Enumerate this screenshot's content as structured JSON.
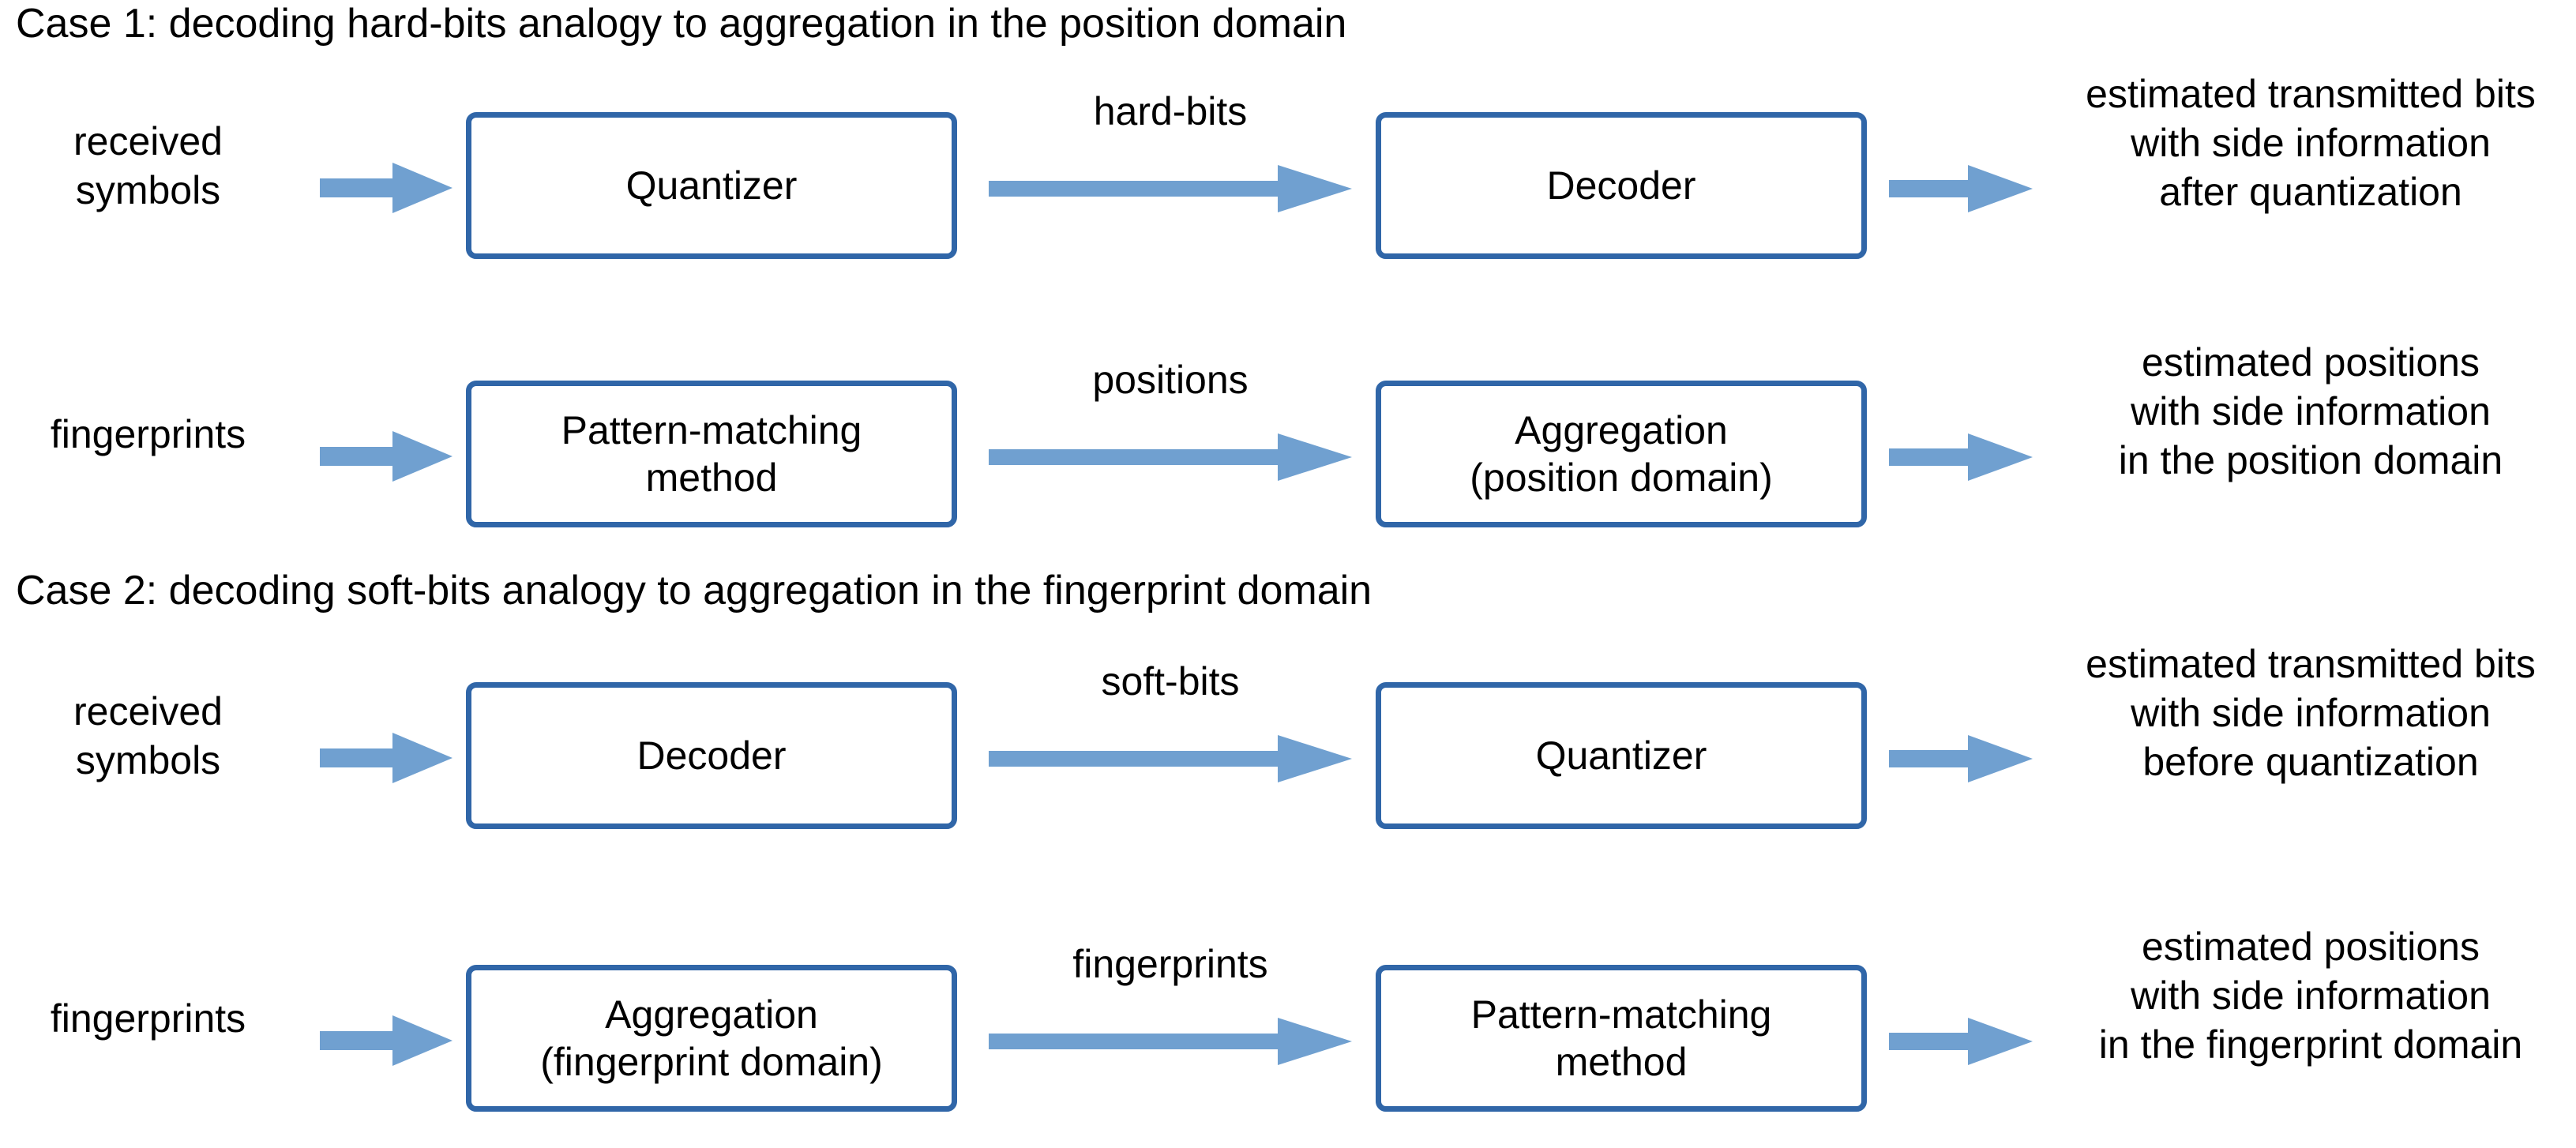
{
  "colors": {
    "box_border": "#3066A8",
    "arrow_fill": "#70A0D0",
    "box_fill": "#FFFFFF",
    "text": "#000000",
    "background": "#FFFFFF"
  },
  "case1": {
    "title": "Case 1: decoding hard-bits analogy to aggregation in the position domain",
    "rows": [
      {
        "source_label": {
          "line1": "received",
          "line2": "symbols"
        },
        "box_a": {
          "line1": "Quantizer",
          "line2": ""
        },
        "arrow_caption": "hard-bits",
        "box_b": {
          "line1": "Decoder",
          "line2": ""
        },
        "result": {
          "line1": "estimated transmitted bits",
          "line2": "with side information",
          "line3": "after quantization"
        }
      },
      {
        "source_label": {
          "line1": "fingerprints",
          "line2": ""
        },
        "box_a": {
          "line1": "Pattern-matching",
          "line2": "method"
        },
        "arrow_caption": "positions",
        "box_b": {
          "line1": "Aggregation",
          "line2": "(position domain)"
        },
        "result": {
          "line1": "estimated positions",
          "line2": "with side information",
          "line3": "in the position domain"
        }
      }
    ]
  },
  "case2": {
    "title": "Case 2: decoding soft-bits analogy to aggregation in the fingerprint domain",
    "rows": [
      {
        "source_label": {
          "line1": "received",
          "line2": "symbols"
        },
        "box_a": {
          "line1": "Decoder",
          "line2": ""
        },
        "arrow_caption": "soft-bits",
        "box_b": {
          "line1": "Quantizer",
          "line2": ""
        },
        "result": {
          "line1": "estimated transmitted bits",
          "line2": "with side information",
          "line3": "before quantization"
        }
      },
      {
        "source_label": {
          "line1": "fingerprints",
          "line2": ""
        },
        "box_a": {
          "line1": "Aggregation",
          "line2": "(fingerprint domain)"
        },
        "arrow_caption": "fingerprints",
        "box_b": {
          "line1": "Pattern-matching",
          "line2": "method"
        },
        "result": {
          "line1": "estimated positions",
          "line2": "with side information",
          "line3": "in the fingerprint domain"
        }
      }
    ]
  },
  "icons": {
    "flow_arrow": "block-arrow-right"
  }
}
